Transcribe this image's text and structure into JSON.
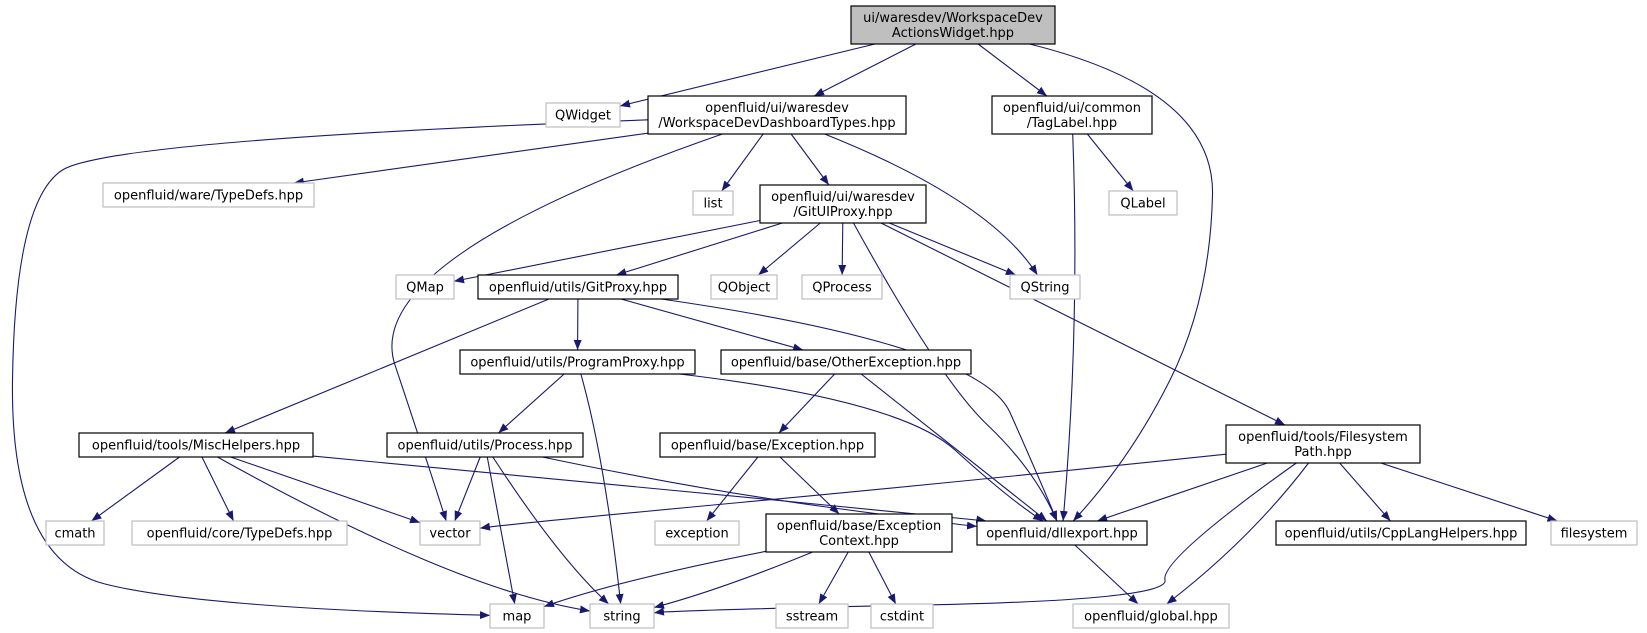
{
  "colors": {
    "edge": "#191970",
    "node_fill": "#ffffff",
    "root_fill": "#bfbfbf",
    "dark_border": "#000000",
    "light_border": "#bfbfbf",
    "text": "#000000"
  },
  "nodes": [
    {
      "id": "root",
      "lines": [
        "ui/waresdev/WorkspaceDev",
        "ActionsWidget.hpp"
      ],
      "style": "root"
    },
    {
      "id": "qwidget",
      "lines": [
        "QWidget"
      ],
      "style": "ext"
    },
    {
      "id": "dashtypes",
      "lines": [
        "openfluid/ui/waresdev",
        "/WorkspaceDevDashboardTypes.hpp"
      ],
      "style": "doc"
    },
    {
      "id": "taglabel",
      "lines": [
        "openfluid/ui/common",
        "/TagLabel.hpp"
      ],
      "style": "doc"
    },
    {
      "id": "waretypedefs",
      "lines": [
        "openfluid/ware/TypeDefs.hpp"
      ],
      "style": "ext"
    },
    {
      "id": "list",
      "lines": [
        "list"
      ],
      "style": "ext"
    },
    {
      "id": "gituiproxy",
      "lines": [
        "openfluid/ui/waresdev",
        "/GitUIProxy.hpp"
      ],
      "style": "doc"
    },
    {
      "id": "qlabel",
      "lines": [
        "QLabel"
      ],
      "style": "ext"
    },
    {
      "id": "qmap",
      "lines": [
        "QMap"
      ],
      "style": "ext"
    },
    {
      "id": "gitproxy",
      "lines": [
        "openfluid/utils/GitProxy.hpp"
      ],
      "style": "doc"
    },
    {
      "id": "qobject",
      "lines": [
        "QObject"
      ],
      "style": "ext"
    },
    {
      "id": "qprocess",
      "lines": [
        "QProcess"
      ],
      "style": "ext"
    },
    {
      "id": "qstring",
      "lines": [
        "QString"
      ],
      "style": "ext"
    },
    {
      "id": "programproxy",
      "lines": [
        "openfluid/utils/ProgramProxy.hpp"
      ],
      "style": "doc"
    },
    {
      "id": "otherexception",
      "lines": [
        "openfluid/base/OtherException.hpp"
      ],
      "style": "doc"
    },
    {
      "id": "mischelpers",
      "lines": [
        "openfluid/tools/MiscHelpers.hpp"
      ],
      "style": "doc"
    },
    {
      "id": "process",
      "lines": [
        "openfluid/utils/Process.hpp"
      ],
      "style": "doc"
    },
    {
      "id": "exception",
      "lines": [
        "openfluid/base/Exception.hpp"
      ],
      "style": "doc"
    },
    {
      "id": "fspath",
      "lines": [
        "openfluid/tools/Filesystem",
        "Path.hpp"
      ],
      "style": "doc"
    },
    {
      "id": "cmath",
      "lines": [
        "cmath"
      ],
      "style": "ext"
    },
    {
      "id": "coretypedefs",
      "lines": [
        "openfluid/core/TypeDefs.hpp"
      ],
      "style": "ext"
    },
    {
      "id": "vector",
      "lines": [
        "vector"
      ],
      "style": "ext"
    },
    {
      "id": "stdexception",
      "lines": [
        "exception"
      ],
      "style": "ext"
    },
    {
      "id": "exceptioncontext",
      "lines": [
        "openfluid/base/Exception",
        "Context.hpp"
      ],
      "style": "doc"
    },
    {
      "id": "dllexport",
      "lines": [
        "openfluid/dllexport.hpp"
      ],
      "style": "doc"
    },
    {
      "id": "cpplanghelpers",
      "lines": [
        "openfluid/utils/CppLangHelpers.hpp"
      ],
      "style": "doc"
    },
    {
      "id": "filesystem",
      "lines": [
        "filesystem"
      ],
      "style": "ext"
    },
    {
      "id": "map",
      "lines": [
        "map"
      ],
      "style": "ext"
    },
    {
      "id": "string",
      "lines": [
        "string"
      ],
      "style": "ext"
    },
    {
      "id": "sstream",
      "lines": [
        "sstream"
      ],
      "style": "ext"
    },
    {
      "id": "cstdint",
      "lines": [
        "cstdint"
      ],
      "style": "ext"
    },
    {
      "id": "global",
      "lines": [
        "openfluid/global.hpp"
      ],
      "style": "ext"
    }
  ],
  "edges": [
    [
      "root",
      "qwidget"
    ],
    [
      "root",
      "dashtypes"
    ],
    [
      "root",
      "taglabel"
    ],
    [
      "root",
      "dllexport"
    ],
    [
      "dashtypes",
      "waretypedefs"
    ],
    [
      "dashtypes",
      "list"
    ],
    [
      "dashtypes",
      "gituiproxy"
    ],
    [
      "dashtypes",
      "qstring"
    ],
    [
      "dashtypes",
      "vector"
    ],
    [
      "dashtypes",
      "map"
    ],
    [
      "taglabel",
      "qlabel"
    ],
    [
      "taglabel",
      "dllexport"
    ],
    [
      "gituiproxy",
      "qmap"
    ],
    [
      "gituiproxy",
      "gitproxy"
    ],
    [
      "gituiproxy",
      "qobject"
    ],
    [
      "gituiproxy",
      "qprocess"
    ],
    [
      "gituiproxy",
      "qstring"
    ],
    [
      "gituiproxy",
      "dllexport"
    ],
    [
      "gituiproxy",
      "fspath"
    ],
    [
      "gitproxy",
      "programproxy"
    ],
    [
      "gitproxy",
      "otherexception"
    ],
    [
      "gitproxy",
      "mischelpers"
    ],
    [
      "gitproxy",
      "dllexport"
    ],
    [
      "programproxy",
      "process"
    ],
    [
      "programproxy",
      "string"
    ],
    [
      "programproxy",
      "dllexport"
    ],
    [
      "otherexception",
      "exception"
    ],
    [
      "otherexception",
      "dllexport"
    ],
    [
      "mischelpers",
      "cmath"
    ],
    [
      "mischelpers",
      "coretypedefs"
    ],
    [
      "mischelpers",
      "vector"
    ],
    [
      "mischelpers",
      "string"
    ],
    [
      "mischelpers",
      "dllexport"
    ],
    [
      "process",
      "vector"
    ],
    [
      "process",
      "map"
    ],
    [
      "process",
      "string"
    ],
    [
      "process",
      "dllexport"
    ],
    [
      "exception",
      "stdexception"
    ],
    [
      "exception",
      "exceptioncontext"
    ],
    [
      "exceptioncontext",
      "map"
    ],
    [
      "exceptioncontext",
      "string"
    ],
    [
      "exceptioncontext",
      "sstream"
    ],
    [
      "exceptioncontext",
      "cstdint"
    ],
    [
      "fspath",
      "vector"
    ],
    [
      "fspath",
      "string"
    ],
    [
      "fspath",
      "dllexport"
    ],
    [
      "fspath",
      "cpplanghelpers"
    ],
    [
      "fspath",
      "filesystem"
    ],
    [
      "fspath",
      "global"
    ],
    [
      "dllexport",
      "global"
    ]
  ]
}
